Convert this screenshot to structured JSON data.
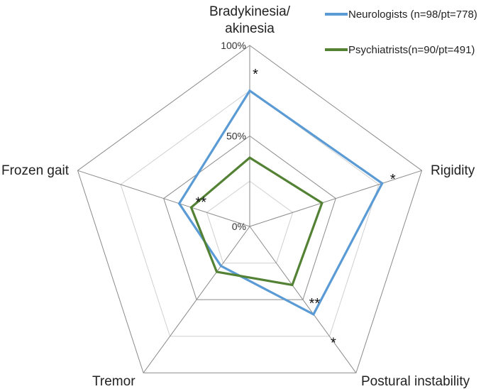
{
  "chart_data": {
    "type": "radar",
    "title": "",
    "axes": [
      "Bradykinesia/ akinesia",
      "Rigidity",
      "Postural instability",
      "Tremor",
      "Frozen gait"
    ],
    "axis_label_lines": [
      [
        "Bradykinesia/",
        "akinesia"
      ],
      [
        "Rigidity"
      ],
      [
        "Postural instability"
      ],
      [
        "Tremor"
      ],
      [
        "Frozen gait"
      ]
    ],
    "rlim": [
      0,
      100
    ],
    "ticks": [
      {
        "value": 0,
        "label": "0%"
      },
      {
        "value": 50,
        "label": "50%"
      },
      {
        "value": 100,
        "label": "100%"
      }
    ],
    "grid_levels": [
      0,
      25,
      50,
      75,
      100
    ],
    "legend_position": "top-right",
    "series": [
      {
        "name": "Neurologists (n=98/pt=778)",
        "color": "#5b9bd5",
        "values": [
          75,
          77,
          60,
          27,
          41
        ]
      },
      {
        "name": "Psychiatrists(n=90/pt=491)",
        "color": "#548235",
        "values": [
          38,
          42,
          40,
          31,
          34
        ]
      }
    ],
    "annotations": [
      {
        "text": "*",
        "axis": 0,
        "value": 84
      },
      {
        "text": "*",
        "axis": 1,
        "value": 84
      },
      {
        "text": "*",
        "axis": 2,
        "value": 72
      },
      {
        "text": "**",
        "axis": 2,
        "value": 49
      },
      {
        "text": "**",
        "axis": 4,
        "value": 30
      }
    ]
  }
}
